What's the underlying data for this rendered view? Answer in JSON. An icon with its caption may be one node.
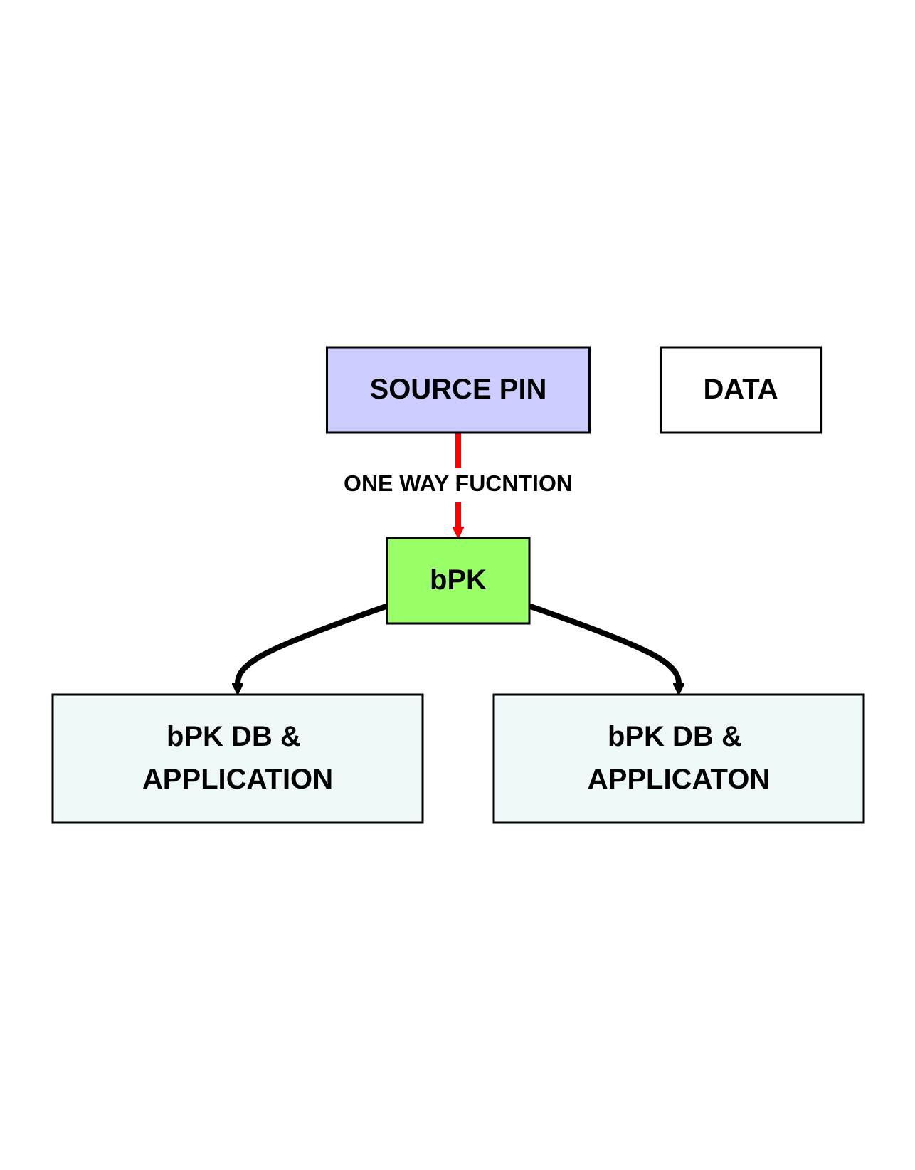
{
  "diagram": {
    "nodes": [
      {
        "text": [
          "SOURCE PIN"
        ]
      },
      {
        "text": [
          "bPK"
        ]
      },
      {
        "text": [
          "bPK DB & APPLICATION"
        ]
      },
      {
        "text": [
          "bPK DB & APPLICATON"
        ]
      },
      {
        "text": [
          "DATA"
        ]
      }
    ],
    "edges": [
      {
        "from": 0,
        "to": 1,
        "arrow": "to",
        "label": "ONE WAY FUCNTION",
        "color": "#ff0000"
      },
      {
        "from": 1,
        "to": 2,
        "arrow": "to"
      },
      {
        "from": 1,
        "to": 3,
        "arrow": "to"
      }
    ]
  }
}
